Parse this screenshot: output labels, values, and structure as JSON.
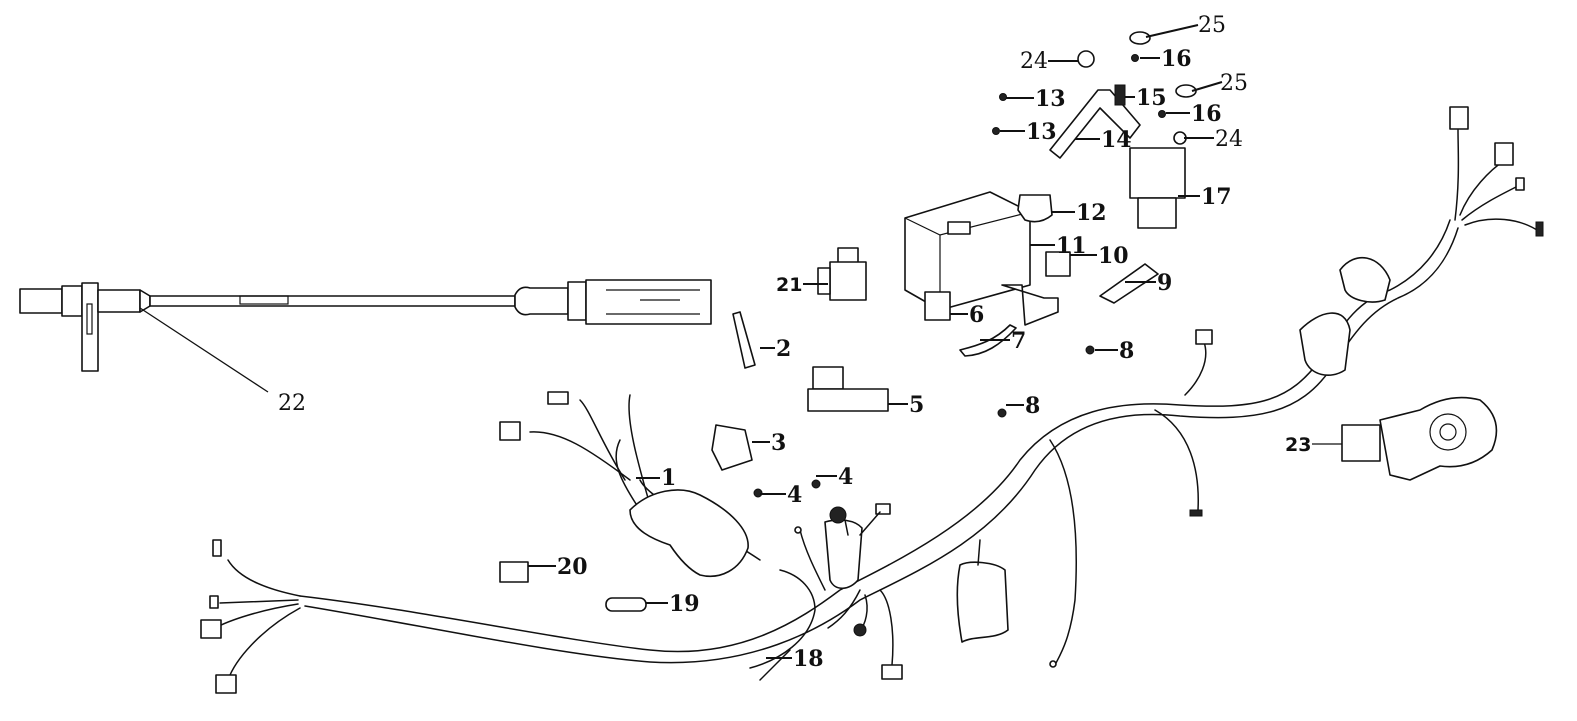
{
  "diagram": {
    "title": "Electrical wiring harness exploded parts diagram",
    "callouts": [
      {
        "id": "1",
        "text": "1",
        "part": "main-wiring-harness"
      },
      {
        "id": "2",
        "text": "2",
        "part": "sensor-stud"
      },
      {
        "id": "3",
        "text": "3",
        "part": "switch-connector"
      },
      {
        "id": "4a",
        "text": "4",
        "part": "bolt"
      },
      {
        "id": "4b",
        "text": "4",
        "part": "bolt"
      },
      {
        "id": "5",
        "text": "5",
        "part": "relay-connector"
      },
      {
        "id": "6",
        "text": "6",
        "part": "terminal-cover"
      },
      {
        "id": "7",
        "text": "7",
        "part": "battery-strap"
      },
      {
        "id": "8a",
        "text": "8",
        "part": "bolt"
      },
      {
        "id": "8b",
        "text": "8",
        "part": "bolt"
      },
      {
        "id": "9",
        "text": "9",
        "part": "rubber-pad"
      },
      {
        "id": "10",
        "text": "10",
        "part": "relay"
      },
      {
        "id": "11",
        "text": "11",
        "part": "battery"
      },
      {
        "id": "12",
        "text": "12",
        "part": "starter-relay"
      },
      {
        "id": "13a",
        "text": "13",
        "part": "bolt"
      },
      {
        "id": "13b",
        "text": "13",
        "part": "bolt"
      },
      {
        "id": "14",
        "text": "14",
        "part": "bracket"
      },
      {
        "id": "15",
        "text": "15",
        "part": "sensor"
      },
      {
        "id": "16a",
        "text": "16",
        "part": "bolt"
      },
      {
        "id": "16b",
        "text": "16",
        "part": "bolt"
      },
      {
        "id": "17",
        "text": "17",
        "part": "ecu"
      },
      {
        "id": "18",
        "text": "18",
        "part": "ground-wire"
      },
      {
        "id": "19",
        "text": "19",
        "part": "clamp"
      },
      {
        "id": "20",
        "text": "20",
        "part": "fuse-box"
      },
      {
        "id": "21",
        "text": "21",
        "part": "connector"
      },
      {
        "id": "22",
        "text": "22",
        "part": "speed-sensor-cable"
      },
      {
        "id": "23",
        "text": "23",
        "part": "speed-sensor"
      },
      {
        "id": "24a",
        "text": "24",
        "part": "grommet"
      },
      {
        "id": "24b",
        "text": "24",
        "part": "grommet"
      },
      {
        "id": "25a",
        "text": "25",
        "part": "washer"
      },
      {
        "id": "25b",
        "text": "25",
        "part": "washer"
      }
    ]
  }
}
